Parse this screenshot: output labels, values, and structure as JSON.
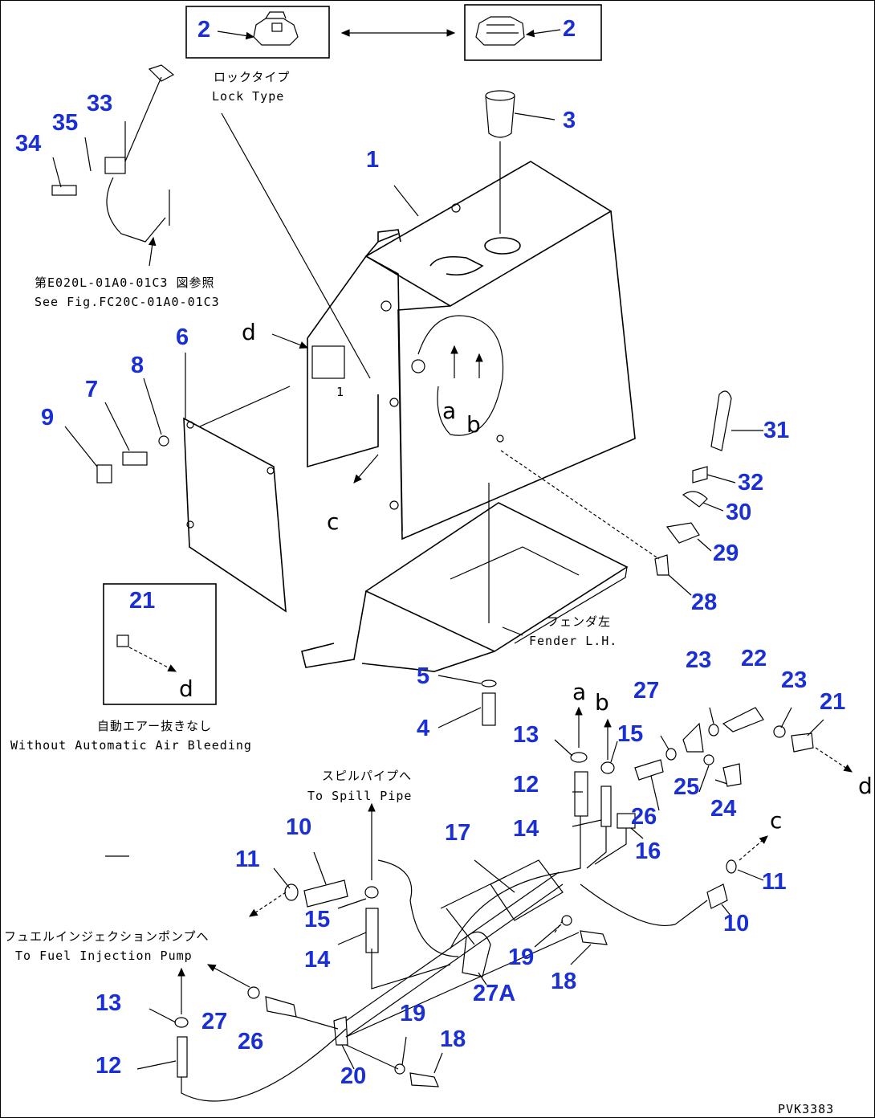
{
  "callouts": [
    {
      "id": "c2a",
      "text": "2"
    },
    {
      "id": "c2b",
      "text": "2"
    },
    {
      "id": "c3",
      "text": "3"
    },
    {
      "id": "c1",
      "text": "1"
    },
    {
      "id": "c33",
      "text": "33"
    },
    {
      "id": "c35",
      "text": "35"
    },
    {
      "id": "c34",
      "text": "34"
    },
    {
      "id": "c6",
      "text": "6"
    },
    {
      "id": "c8",
      "text": "8"
    },
    {
      "id": "c7",
      "text": "7"
    },
    {
      "id": "c9",
      "text": "9"
    },
    {
      "id": "c31",
      "text": "31"
    },
    {
      "id": "c32",
      "text": "32"
    },
    {
      "id": "c30",
      "text": "30"
    },
    {
      "id": "c29",
      "text": "29"
    },
    {
      "id": "c28",
      "text": "28"
    },
    {
      "id": "c21a",
      "text": "21"
    },
    {
      "id": "c5",
      "text": "5"
    },
    {
      "id": "c4",
      "text": "4"
    },
    {
      "id": "c23a",
      "text": "23"
    },
    {
      "id": "c22",
      "text": "22"
    },
    {
      "id": "c23b",
      "text": "23"
    },
    {
      "id": "c27a",
      "text": "27"
    },
    {
      "id": "c21b",
      "text": "21"
    },
    {
      "id": "c13a",
      "text": "13"
    },
    {
      "id": "c15a",
      "text": "15"
    },
    {
      "id": "c12a",
      "text": "12"
    },
    {
      "id": "c25",
      "text": "25"
    },
    {
      "id": "c24",
      "text": "24"
    },
    {
      "id": "c26a",
      "text": "26"
    },
    {
      "id": "c14a",
      "text": "14"
    },
    {
      "id": "c16",
      "text": "16"
    },
    {
      "id": "c17",
      "text": "17"
    },
    {
      "id": "c10a",
      "text": "10"
    },
    {
      "id": "c11a",
      "text": "11"
    },
    {
      "id": "c11b",
      "text": "11"
    },
    {
      "id": "c10b",
      "text": "10"
    },
    {
      "id": "c15b",
      "text": "15"
    },
    {
      "id": "c14b",
      "text": "14"
    },
    {
      "id": "c19a",
      "text": "19"
    },
    {
      "id": "c18a",
      "text": "18"
    },
    {
      "id": "c27A",
      "text": "27A"
    },
    {
      "id": "c13b",
      "text": "13"
    },
    {
      "id": "c27b",
      "text": "27"
    },
    {
      "id": "c26b",
      "text": "26"
    },
    {
      "id": "c19b",
      "text": "19"
    },
    {
      "id": "c18b",
      "text": "18"
    },
    {
      "id": "c12b",
      "text": "12"
    },
    {
      "id": "c20",
      "text": "20"
    }
  ],
  "letters": {
    "d1": "d",
    "a1": "a",
    "b1": "b",
    "c1": "c",
    "d2": "d",
    "a2": "a",
    "b2": "b",
    "d3": "d",
    "c2": "c"
  },
  "labels": {
    "lock_jp": "ロックタイプ",
    "lock_en": "Lock Type",
    "seefig_jp": "第E020L-01A0-01C3 図参照",
    "seefig_en": "See Fig.FC20C-01A0-01C3",
    "fender_jp": "フェンダ左",
    "fender_en": "Fender L.H.",
    "bleed_jp": "自動エアー抜きなし",
    "bleed_en": "Without Automatic Air Bleeding",
    "spill_jp": "スピルパイプへ",
    "spill_en": "To Spill Pipe",
    "fip_jp": "フュエルインジェクションポンプへ",
    "fip_en": "To Fuel Injection Pump",
    "tank_mark": "1",
    "code": "PVK3383"
  }
}
